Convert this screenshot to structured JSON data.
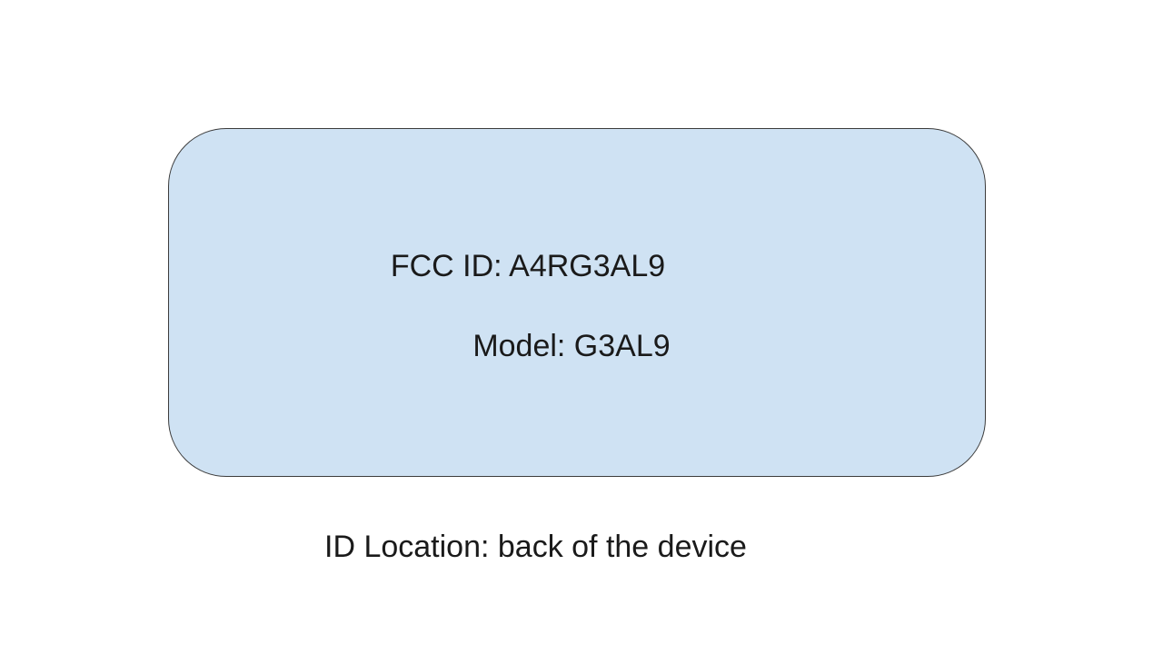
{
  "label": {
    "fcc_id_text": "FCC ID: A4RG3AL9",
    "model_text": "Model: G3AL9",
    "fill_color": "#cfe2f3",
    "border_color": "#3c3c3c"
  },
  "caption": {
    "text": "ID Location: back of the device"
  }
}
